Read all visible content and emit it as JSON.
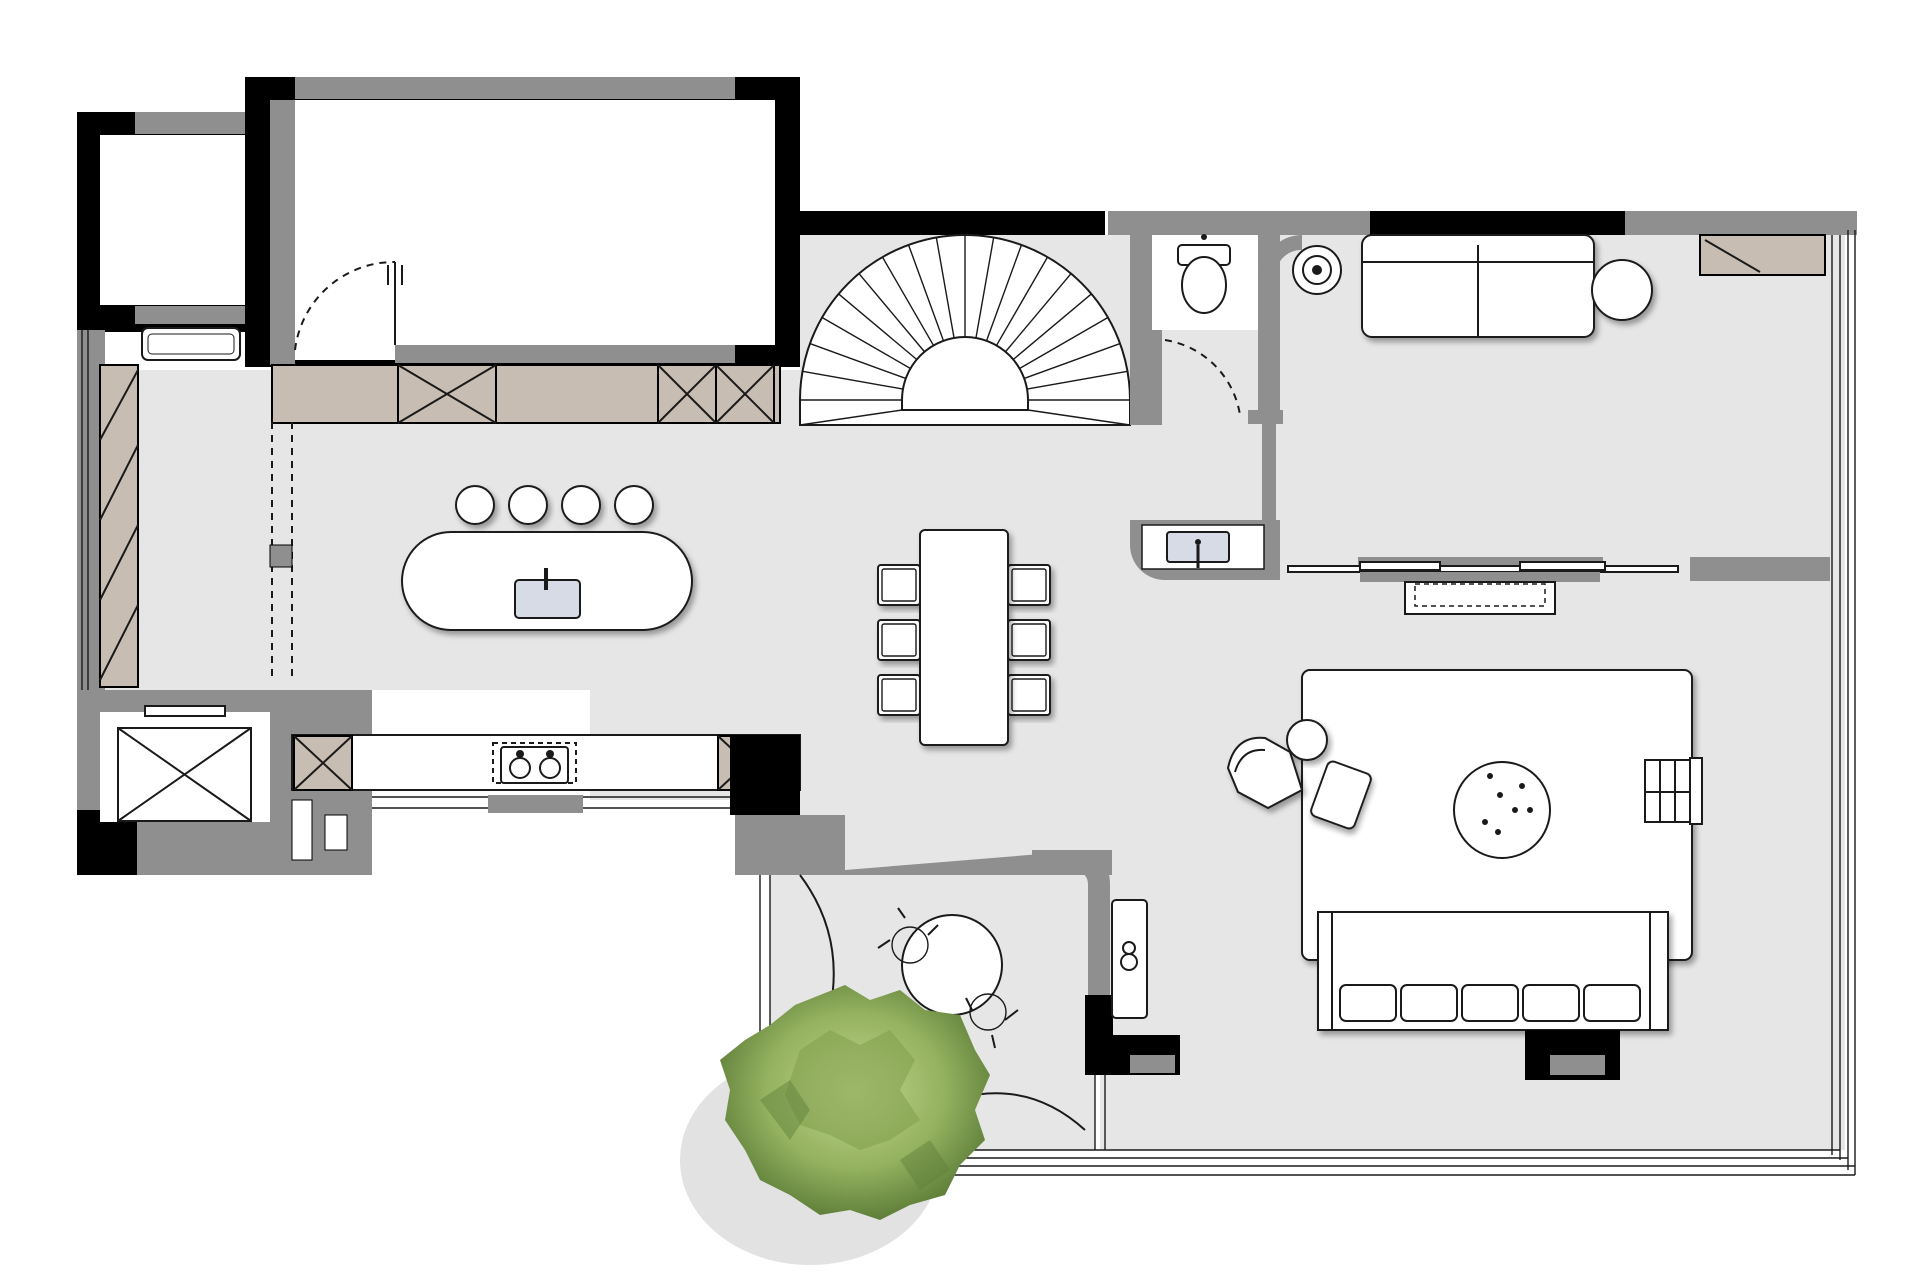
{
  "colors": {
    "wall_black": "#000000",
    "wall_gray": "#8f8f8f",
    "floor": "#e6e6e6",
    "cabinet": "#c8bdb2",
    "sink_basin": "#d7dbe6",
    "tree_light": "#a4bf6f",
    "tree_dark": "#5f7f3a"
  },
  "icons": {
    "staircase": "spiral-staircase-icon",
    "toilet": "toilet-icon",
    "kitchen_sink": "sink-icon",
    "cooktop": "cooktop-icon",
    "plant": "tree-icon",
    "elevator": "elevator-shaft-icon"
  },
  "counts": {
    "bar_stools": 4,
    "dining_chairs": 6,
    "sofa_cushions": 5,
    "burners": 2
  }
}
